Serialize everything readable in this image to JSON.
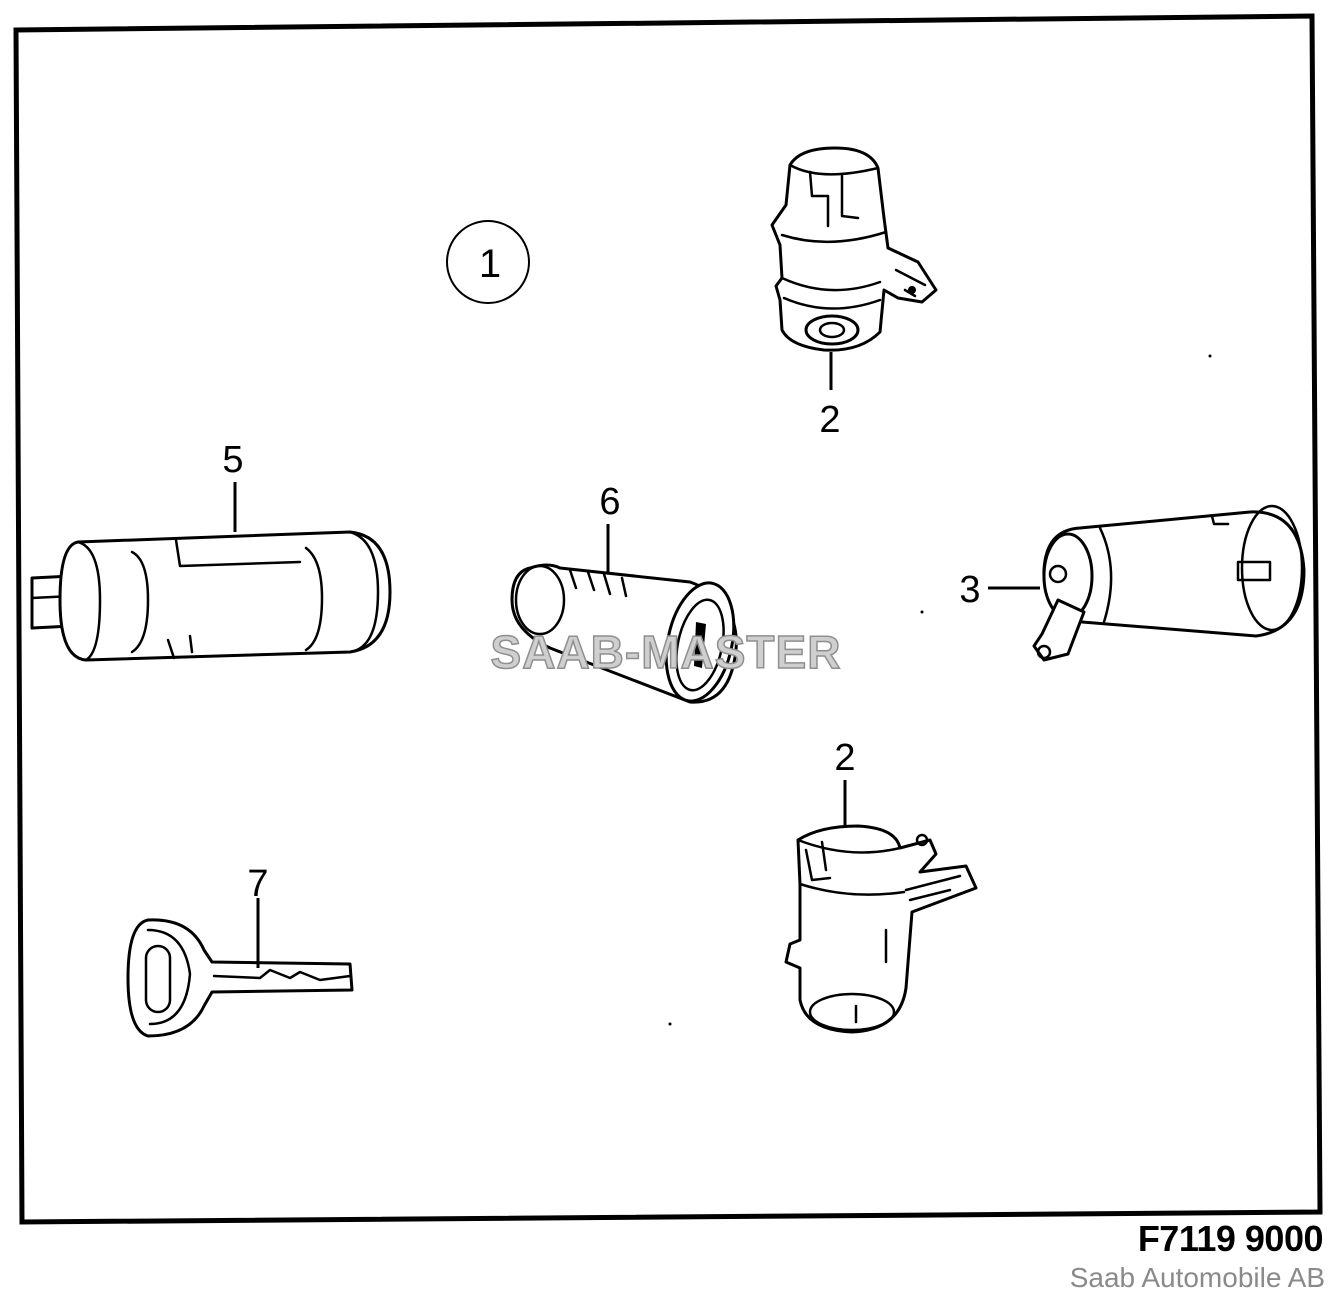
{
  "diagram": {
    "reference_number": "1",
    "callouts": {
      "lock_top": "2",
      "lock_bottom": "2",
      "tailgate_lock": "3",
      "cylinder_long": "5",
      "cylinder_short": "6",
      "key": "7"
    },
    "watermark": "SAAB-MASTER"
  },
  "footer": {
    "figure_code": "F7119 9000",
    "copyright": "Saab Automobile AB"
  }
}
